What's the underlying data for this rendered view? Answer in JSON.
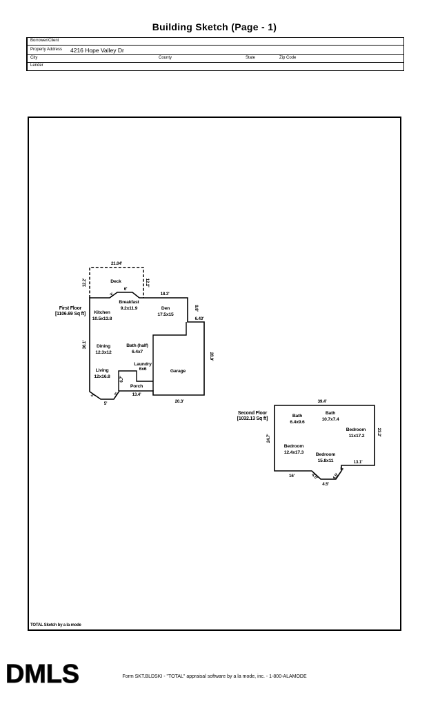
{
  "title": "Building Sketch (Page - 1)",
  "form": {
    "borrower_label": "Borrower/Client",
    "property_label": "Property Address",
    "property_value": "4216 Hope Valley Dr",
    "city_label": "City",
    "county_label": "County",
    "state_label": "State",
    "zip_label": "Zip Code",
    "lender_label": "Lender"
  },
  "sketch": {
    "credit": "TOTAL Sketch by a la mode",
    "first_floor": {
      "name": "First Floor",
      "area": "[1106.69 Sq ft]",
      "rooms": {
        "deck": "Deck",
        "breakfast": "Breakfast",
        "breakfast_dim": "9.2x11.9",
        "kitchen": "Kitchen",
        "kitchen_dim": "10.5x13.8",
        "den": "Den",
        "den_dim": "17.5x15",
        "dining": "Dining",
        "dining_dim": "12.3x12",
        "bath_half": "Bath (half)",
        "bath_half_dim": "6.4x7",
        "laundry": "Laundry",
        "laundry_dim": "6x6",
        "living": "Living",
        "living_dim": "12x16.8",
        "garage": "Garage",
        "porch": "Porch"
      },
      "dims": {
        "deck_top": "21.04'",
        "deck_left": "12.2'",
        "deck_right": "12.2'",
        "bump_side": "3'",
        "bump_top": "6'",
        "den_top": "18.3'",
        "den_right": "9.8'",
        "garage_step": "6.43'",
        "west_wall": "36.1'",
        "garage_right": "28.9'",
        "garage_bottom": "20.3'",
        "porch_bottom": "13.4'",
        "porch_left": "6.7'",
        "bay_left": "3'",
        "bay_bottom": "5'",
        "bay_right": "3'"
      }
    },
    "second_floor": {
      "name": "Second Floor",
      "area": "[1032.13 Sq ft]",
      "rooms": {
        "bath1": "Bath",
        "bath1_dim": "6.4x9.6",
        "bath2": "Bath",
        "bath2_dim": "10.7x7.4",
        "bedroom1": "Bedroom",
        "bedroom1_dim": "11x17.2",
        "bedroom2": "Bedroom",
        "bedroom2_dim": "12.4x17.3",
        "bedroom3": "Bedroom",
        "bedroom3_dim": "15.8x11"
      },
      "dims": {
        "top": "39.4'",
        "left": "24.7'",
        "right": "23.2'",
        "bottom_left": "16'",
        "notch_left": "4.5'",
        "notch_bottom": "4.5'",
        "notch_right": "4.5'",
        "step": "4'",
        "bottom_right": "13.1'"
      }
    }
  },
  "logo": "DMLS",
  "footer": "Form SKT.BLDSKI - \"TOTAL\" appraisal software by a la mode, inc. - 1-800-ALAMODE"
}
